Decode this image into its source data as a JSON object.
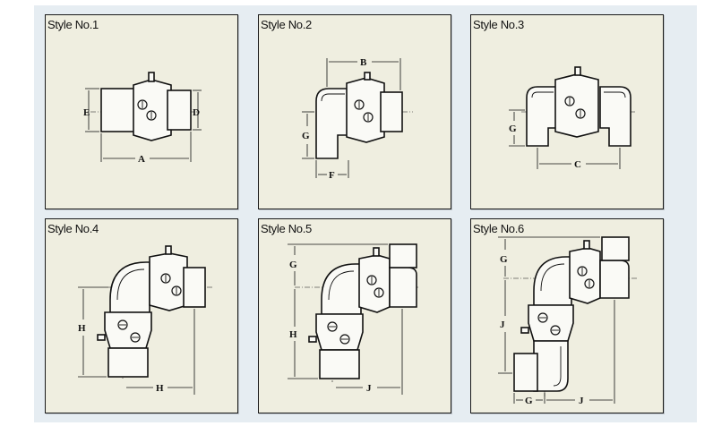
{
  "panels": [
    {
      "title": "Style No.1",
      "labels": {
        "e": "E",
        "d": "D",
        "a": "A"
      }
    },
    {
      "title": "Style No.2",
      "labels": {
        "b": "B",
        "g": "G",
        "f": "F"
      }
    },
    {
      "title": "Style No.3",
      "labels": {
        "g": "G",
        "c": "C"
      }
    },
    {
      "title": "Style No.4",
      "labels": {
        "h1": "H",
        "h2": "H"
      }
    },
    {
      "title": "Style No.5",
      "labels": {
        "g": "G",
        "h": "H",
        "j": "J"
      }
    },
    {
      "title": "Style No.6",
      "labels": {
        "g1": "G",
        "j1": "J",
        "g2": "G",
        "j2": "J"
      }
    }
  ],
  "colors": {
    "panel_bg": "#efeee0",
    "frame_bg": "#e6edf2",
    "line": "#111111"
  }
}
